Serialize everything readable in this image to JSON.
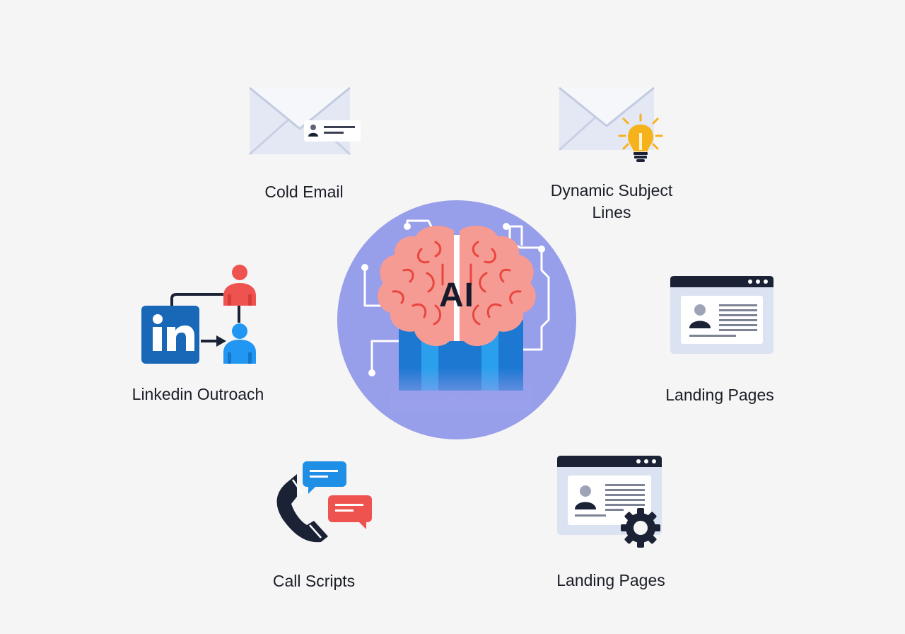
{
  "diagram": {
    "center": {
      "label": "AI",
      "icon": "brain-icon",
      "circle_color": "#9aa0ec",
      "brain_color": "#f59a92",
      "brain_line_color": "#e8463e",
      "pillar_color": "#1c7fd6"
    },
    "nodes": [
      {
        "id": "cold-email",
        "label": "Cold Email",
        "icon": "envelope-contact-icon"
      },
      {
        "id": "dynamic-subject-lines",
        "label_line1": "Dynamic Subject",
        "label_line2": "Lines",
        "icon": "envelope-lightbulb-icon"
      },
      {
        "id": "linkedin-outreach",
        "label": "Linkedin Outroach",
        "icon": "linkedin-network-icon",
        "logo_text": "in"
      },
      {
        "id": "landing-pages-1",
        "label": "Landing Pages",
        "icon": "browser-profile-icon"
      },
      {
        "id": "call-scripts",
        "label": "Call Scripts",
        "icon": "phone-chat-icon"
      },
      {
        "id": "landing-pages-2",
        "label": "Landing Pages",
        "icon": "browser-profile-gear-icon"
      }
    ],
    "colors": {
      "background": "#f5f5f6",
      "navy": "#1b2236",
      "linkedin_blue": "#1868b7",
      "red": "#ef5350",
      "blue": "#2196f3",
      "yellow": "#f6b21a",
      "envelope_light": "#e3e8f4",
      "envelope_dark": "#c3cce4"
    }
  }
}
